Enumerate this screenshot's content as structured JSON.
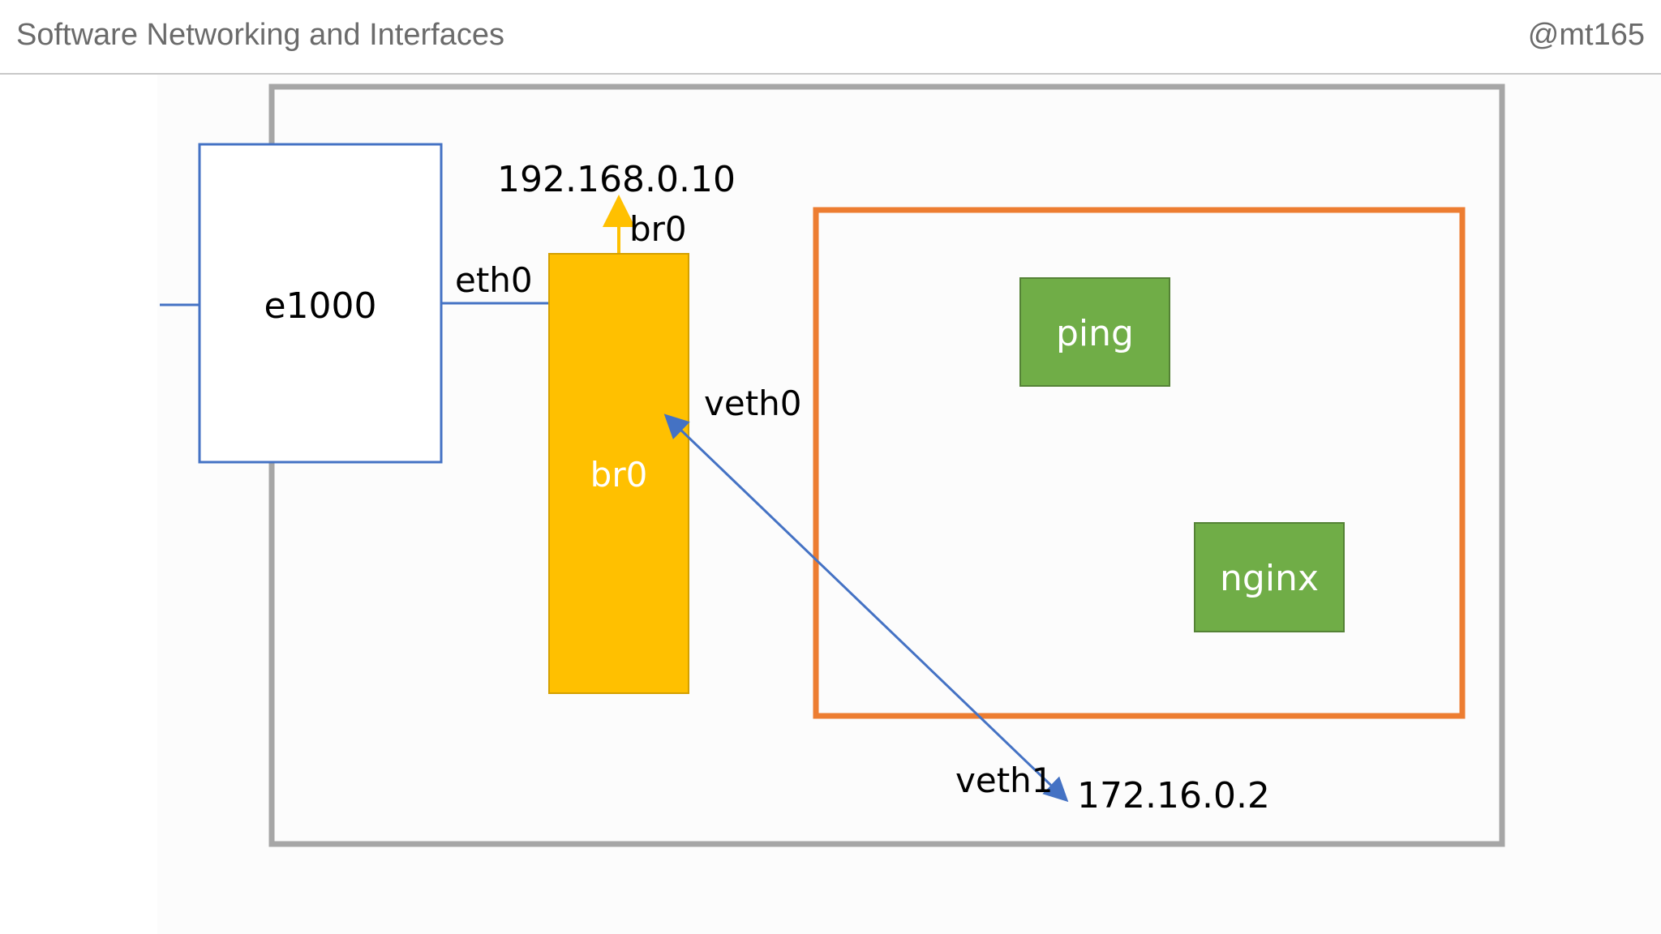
{
  "header": {
    "title": "Software Networking and Interfaces",
    "author": "@mt165"
  },
  "diagram": {
    "nic": {
      "label": "e1000"
    },
    "eth0": {
      "label": "eth0"
    },
    "bridge": {
      "label": "br0",
      "top_label": "br0",
      "ip": "192.168.0.10"
    },
    "veth0": {
      "label": "veth0"
    },
    "veth1": {
      "label": "veth1",
      "ip": "172.16.0.2"
    },
    "containers": [
      {
        "label": "ping"
      },
      {
        "label": "nginx"
      }
    ],
    "colors": {
      "host_border": "#a6a6a6",
      "nic_border": "#4472c4",
      "bridge_fill": "#ffc000",
      "bridge_border": "#d4a000",
      "namespace_border": "#ed7d31",
      "container_fill": "#70ad47",
      "container_border": "#548235",
      "link_blue": "#4472c4",
      "arrow_amber": "#ffc000"
    }
  }
}
